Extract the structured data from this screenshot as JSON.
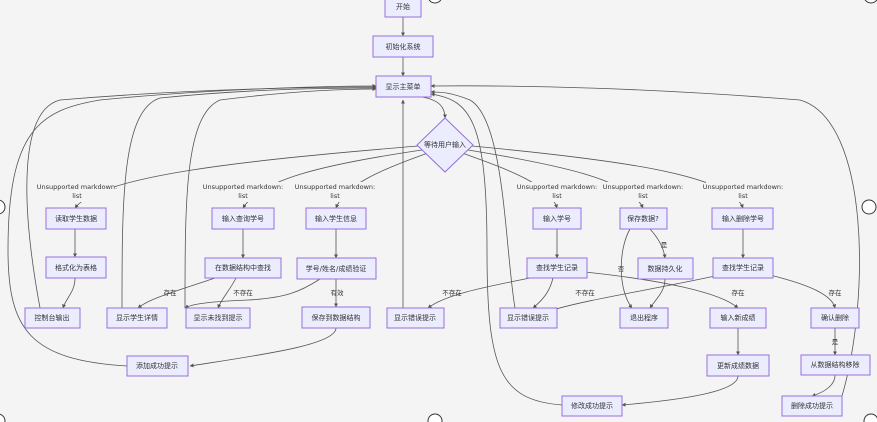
{
  "nodes": {
    "start": "开始",
    "init": "初始化系统",
    "menu": "显示主菜单",
    "wait": "等待用户输入",
    "read_data": "读取学生数据",
    "format_table": "格式化为表格",
    "console_out": "控制台输出",
    "input_query_id": "输入查询学号",
    "search_struct": "在数据结构中查找",
    "show_detail": "显示学生详情",
    "show_not_found": "显示未找到提示",
    "input_student": "输入学生信息",
    "validate": "学号/姓名/成绩验证",
    "save_struct": "保存到数据结构",
    "add_success": "添加成功提示",
    "show_error_1": "显示错误提示",
    "input_id": "输入学号",
    "find_record": "查找学生记录",
    "show_error_2": "显示错误提示",
    "input_new_score": "输入新成绩",
    "update_score": "更新成绩数据",
    "modify_success": "修改成功提示",
    "save_data_q": "保存数据?",
    "persist": "数据持久化",
    "exit": "退出程序",
    "input_delete_id": "输入删除学号",
    "find_record_2": "查找学生记录",
    "confirm_delete": "确认删除",
    "remove_struct": "从数据结构移除",
    "delete_success": "删除成功提示"
  },
  "edge_labels": {
    "unsupported_1": "Unsupported markdown: list",
    "unsupported_2": "Unsupported markdown: list",
    "unsupported_3": "Unsupported markdown: list",
    "unsupported_4": "Unsupported markdown: list",
    "unsupported_5": "Unsupported markdown: list",
    "unsupported_6": "Unsupported markdown: list",
    "exists_1": "存在",
    "not_exists_1": "不存在",
    "valid": "有效",
    "not_exists_2": "不存在",
    "not_exists_3": "不存在",
    "exists_2": "存在",
    "yes_1": "是",
    "no_1": "否",
    "exists_3": "存在",
    "yes_2": "是"
  },
  "colors": {
    "node_fill": "#ececff",
    "node_stroke": "#9370db",
    "edge": "#555555",
    "background": "#f4f4f4"
  }
}
